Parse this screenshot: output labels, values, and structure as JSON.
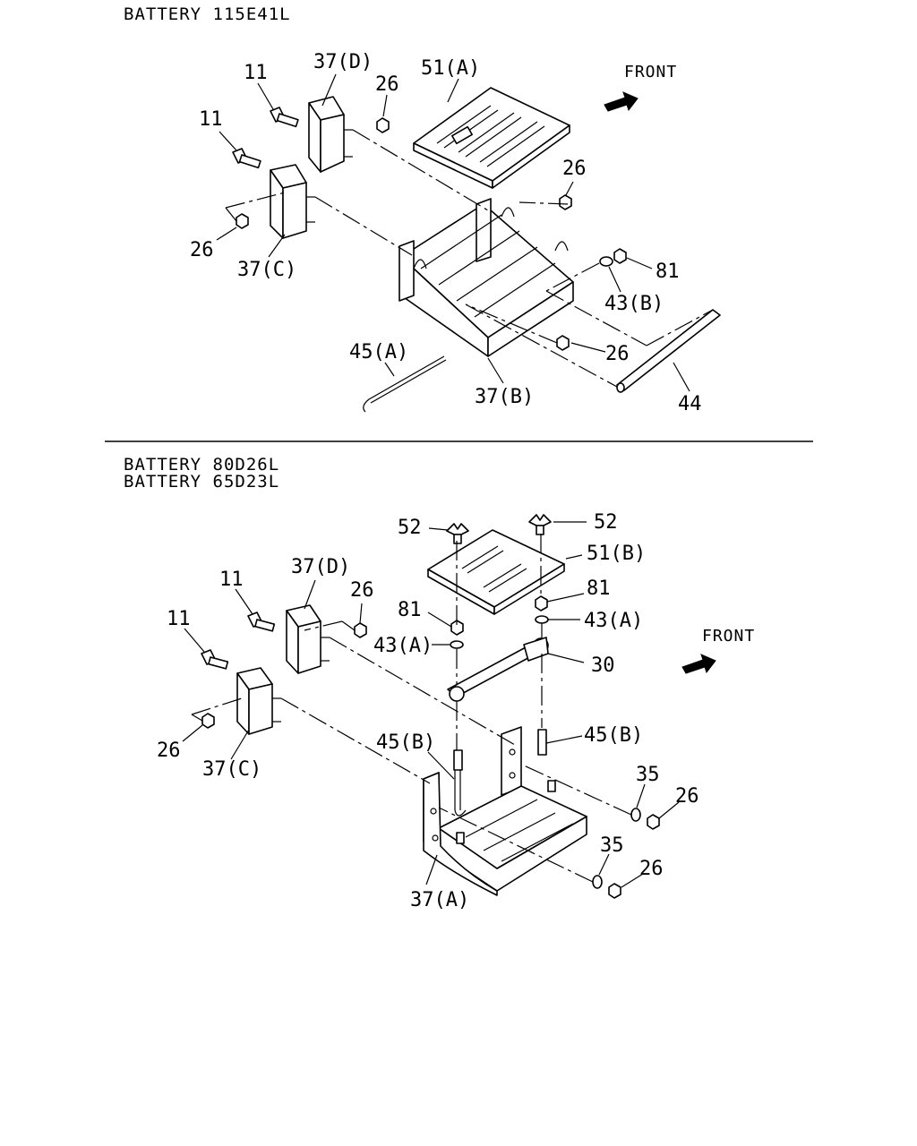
{
  "sections": [
    {
      "headers": [
        "BATTERY 115E41L"
      ],
      "front_label": "FRONT",
      "callouts": {
        "c11a": "11",
        "c37d": "37(D)",
        "c26a": "26",
        "c51a": "51(A)",
        "c11b": "11",
        "c26b": "26",
        "c26c": "26",
        "c37c": "37(C)",
        "c81": "81",
        "c43b": "43(B)",
        "c45a": "45(A)",
        "c26d": "26",
        "c37b": "37(B)",
        "c44": "44"
      }
    },
    {
      "headers": [
        "BATTERY 80D26L",
        "BATTERY 65D23L"
      ],
      "front_label": "FRONT",
      "callouts": {
        "c52a": "52",
        "c52b": "52",
        "c51b": "51(B)",
        "c37d": "37(D)",
        "c11a": "11",
        "c26a": "26",
        "c81a": "81",
        "c81b": "81",
        "c11b": "11",
        "c43a1": "43(A)",
        "c43a2": "43(A)",
        "c30": "30",
        "c45b1": "45(B)",
        "c45b2": "45(B)",
        "c26b": "26",
        "c37c": "37(C)",
        "c35a": "35",
        "c26c": "26",
        "c35b": "35",
        "c26d": "26",
        "c37a": "37(A)"
      }
    }
  ]
}
